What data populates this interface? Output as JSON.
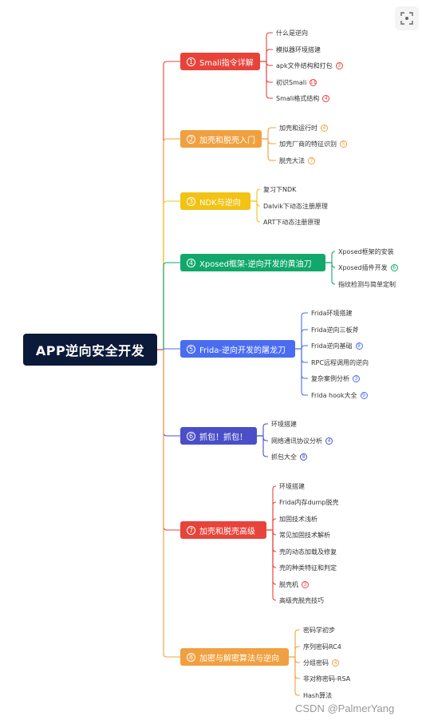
{
  "root": {
    "title": "APP逆向安全开发"
  },
  "branches": [
    {
      "num": "1",
      "label": "Smali指令详解",
      "color": "#e8433a",
      "leaves": [
        {
          "text": "什么是逆向",
          "badge": ""
        },
        {
          "text": "模拟器环境搭建",
          "badge": ""
        },
        {
          "text": "apk文件结构和打包",
          "badge": "3"
        },
        {
          "text": "初识Smali",
          "badge": "11"
        },
        {
          "text": "Smali格式结构",
          "badge": "4"
        }
      ]
    },
    {
      "num": "2",
      "label": "加壳和脱壳入门",
      "color": "#f0a040",
      "leaves": [
        {
          "text": "加壳和运行时",
          "badge": "4"
        },
        {
          "text": "加壳厂商的特征识别",
          "badge": "5"
        },
        {
          "text": "脱壳大法",
          "badge": "7"
        }
      ]
    },
    {
      "num": "3",
      "label": "NDK与逆向",
      "color": "#f2c314",
      "leaves": [
        {
          "text": "复习下NDK",
          "badge": ""
        },
        {
          "text": "Dalvik下动态注册原理",
          "badge": ""
        },
        {
          "text": "ART下动态注册原理",
          "badge": ""
        }
      ]
    },
    {
      "num": "4",
      "label": "Xposed框架-逆向开发的黄油刀",
      "color": "#12a86b",
      "leaves": [
        {
          "text": "Xposed框架的安装",
          "badge": ""
        },
        {
          "text": "Xposed插件开发",
          "badge": "6"
        },
        {
          "text": "指纹检测与简单定制",
          "badge": ""
        }
      ]
    },
    {
      "num": "5",
      "label": "Frida-逆向开发的屠龙刀",
      "color": "#4a6cf0",
      "leaves": [
        {
          "text": "Frida环境搭建",
          "badge": ""
        },
        {
          "text": "Frida逆向三板斧",
          "badge": ""
        },
        {
          "text": "Frida逆向基础",
          "badge": "8"
        },
        {
          "text": "RPC远程调用的逆向",
          "badge": ""
        },
        {
          "text": "复杂案例分析",
          "badge": "3"
        },
        {
          "text": "Frida hook大全",
          "badge": "9"
        }
      ]
    },
    {
      "num": "6",
      "label": "抓包！抓包！",
      "color": "#4a4fc8",
      "leaves": [
        {
          "text": "环境搭建",
          "badge": ""
        },
        {
          "text": "网络通讯协议分析",
          "badge": "4"
        },
        {
          "text": "抓包大全",
          "badge": "8"
        }
      ]
    },
    {
      "num": "7",
      "label": "加壳和脱壳高级",
      "color": "#e8433a",
      "leaves": [
        {
          "text": "环境搭建",
          "badge": ""
        },
        {
          "text": "Frida内存dump脱壳",
          "badge": ""
        },
        {
          "text": "加固技术浅析",
          "badge": ""
        },
        {
          "text": "常见加固技术解析",
          "badge": ""
        },
        {
          "text": "壳的动态加载及修复",
          "badge": ""
        },
        {
          "text": "壳的种类特征和判定",
          "badge": ""
        },
        {
          "text": "脱壳机",
          "badge": "3"
        },
        {
          "text": "高级壳脱壳技巧",
          "badge": ""
        }
      ]
    },
    {
      "num": "8",
      "label": "加密与解密算法与逆向",
      "color": "#f0a040",
      "leaves": [
        {
          "text": "密码学初步",
          "badge": ""
        },
        {
          "text": "序列密码RC4",
          "badge": ""
        },
        {
          "text": "分组密码",
          "badge": "4"
        },
        {
          "text": "非对称密码-RSA",
          "badge": ""
        },
        {
          "text": "Hash算法",
          "badge": ""
        }
      ]
    }
  ],
  "watermark": "CSDN @PalmerYang",
  "icons": {
    "corner": "scan-icon"
  }
}
